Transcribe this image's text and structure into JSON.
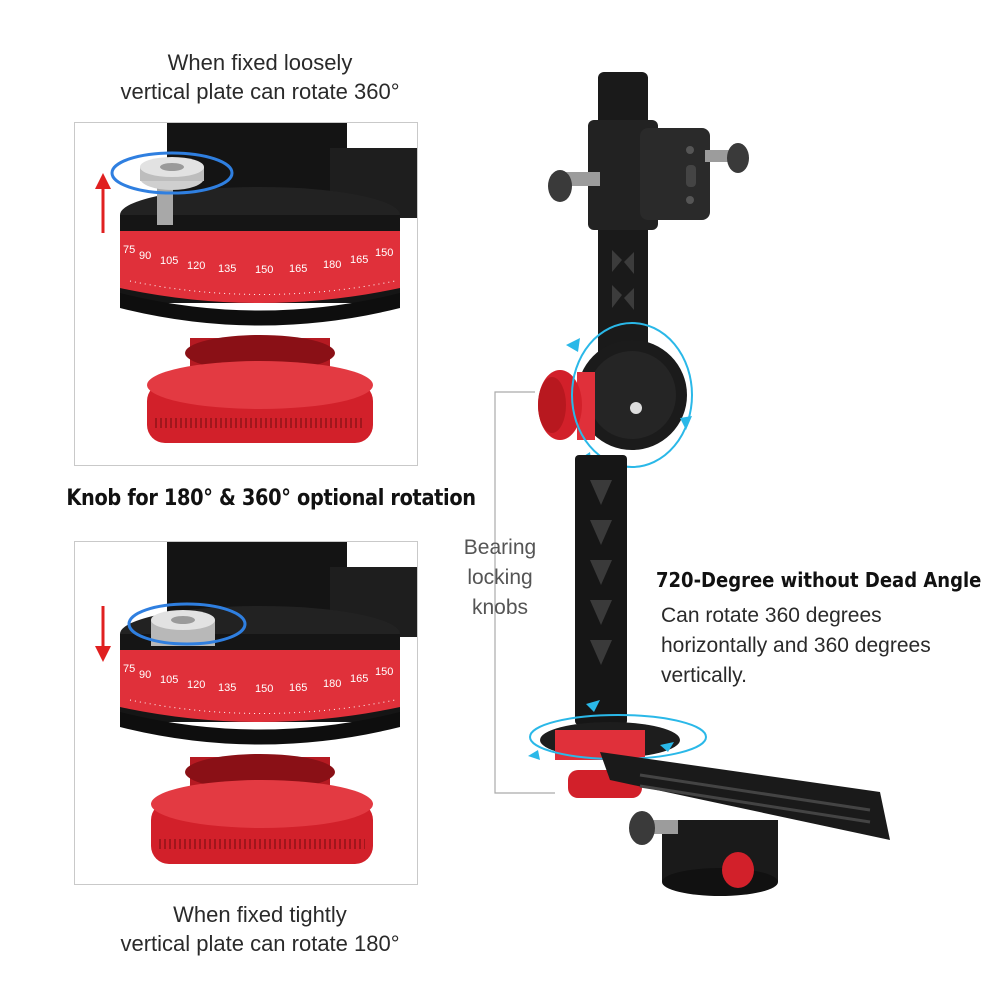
{
  "top_caption": {
    "line1": "When fixed loosely",
    "line2": "vertical plate can rotate 360°"
  },
  "bottom_caption": {
    "line1": "When fixed tightly",
    "line2": "vertical plate can rotate 180°"
  },
  "knob_heading": "Knob for 180° & 360° optional rotation",
  "bearing_label": {
    "line1": "Bearing",
    "line2": "locking",
    "line3": "knobs"
  },
  "feature": {
    "heading": "720-Degree without Dead Angle",
    "line1": "Can rotate 360 degrees",
    "line2": "horizontally and 360 degrees",
    "line3": "vertically."
  },
  "scale_ticks": [
    "75",
    "90",
    "105",
    "120",
    "135",
    "150",
    "165",
    "180",
    "165",
    "150"
  ],
  "colors": {
    "knob_red": "#d2202a",
    "scale_red": "#e0303a",
    "body_black": "#1a1a1a",
    "arrow_red": "#e02020",
    "ring_blue": "#2f7fe0",
    "rotate_cyan": "#2ab8e8"
  }
}
